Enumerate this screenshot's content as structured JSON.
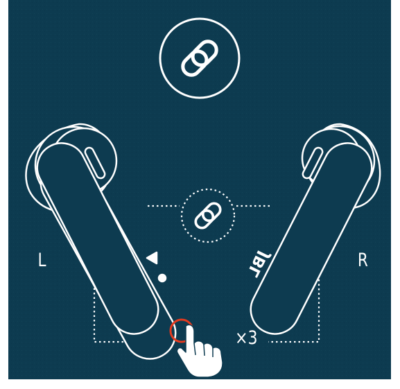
{
  "illustration": {
    "background_color": "#0d3b50",
    "line_color": "#ffffff",
    "accent_color": "#e53a1e",
    "top_icon": "link-icon",
    "center_icon": "link-icon",
    "gesture_icon": "hand-tap-icon",
    "left_label": "L",
    "right_label": "R",
    "tap_count": "×3",
    "brand_logo": "JBL"
  }
}
